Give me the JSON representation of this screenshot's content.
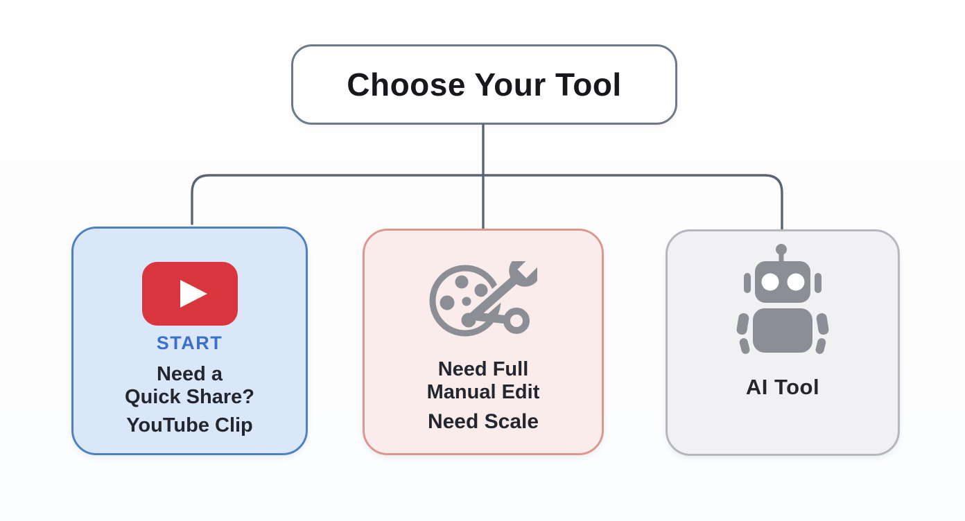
{
  "title": "Choose Your Tool",
  "colors": {
    "connector": "#5b6474",
    "title_border": "#6e7987",
    "youtube_card_bg": "#d9e7f8",
    "youtube_card_border": "#4e80c4",
    "youtube_red": "#d8353f",
    "start_blue": "#3a70c8",
    "manual_card_bg": "#f9eceb",
    "manual_card_border": "#db988f",
    "ai_card_bg": "#f1f1f3",
    "ai_card_border": "#b4b7bd",
    "icon_gray": "#8b8e94",
    "text_dark": "#23262e"
  },
  "cards": {
    "youtube": {
      "icon": "youtube-play-icon",
      "badge": "START",
      "line1": "Need a",
      "line2": "Quick Share?",
      "line3": "YouTube Clip"
    },
    "manual": {
      "icon": "film-wrench-icon",
      "line1": "Need Full",
      "line2": "Manual Edit",
      "line3": "Need Scale"
    },
    "ai": {
      "icon": "robot-icon",
      "label": "AI Tool"
    }
  }
}
